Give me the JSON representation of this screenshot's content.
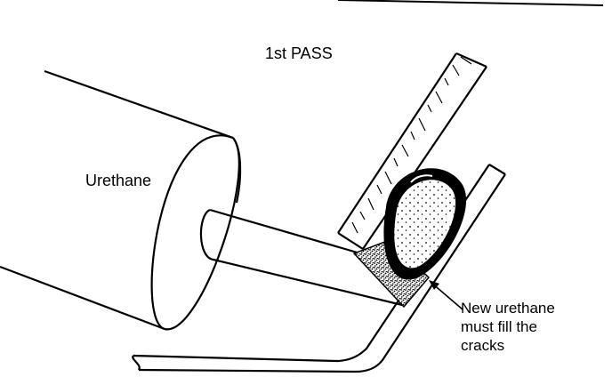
{
  "diagram": {
    "title": "1st PASS",
    "tube_label": "Urethane",
    "note_lines": [
      "New urethane",
      "must fill the",
      "cracks"
    ]
  }
}
